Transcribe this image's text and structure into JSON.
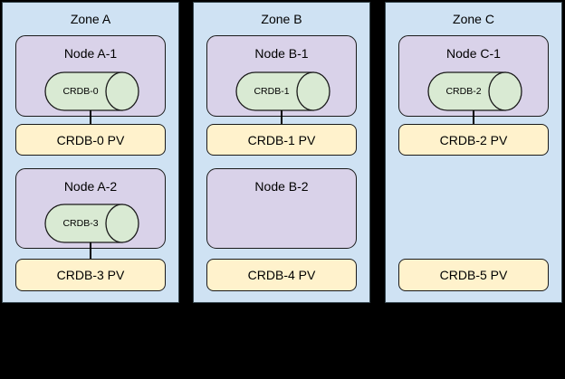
{
  "colors": {
    "background": "#000000",
    "zone_fill": "#cfe2f3",
    "node_fill": "#d9d2e9",
    "pod_fill": "#d9ead3",
    "pv_fill": "#fff2cc",
    "shape_stroke": "#1a1a1a",
    "text": "#000000"
  },
  "zones": [
    {
      "label": "Zone A",
      "nodes": [
        {
          "label": "Node A-1",
          "pod_label": "CRDB-0"
        },
        {
          "label": "Node A-2",
          "pod_label": "CRDB-3"
        }
      ],
      "pvs": [
        {
          "label": "CRDB-0 PV"
        },
        {
          "label": "CRDB-3 PV"
        }
      ]
    },
    {
      "label": "Zone B",
      "nodes": [
        {
          "label": "Node B-1",
          "pod_label": "CRDB-1"
        },
        {
          "label": "Node B-2"
        }
      ],
      "pvs": [
        {
          "label": "CRDB-1 PV"
        },
        {
          "label": "CRDB-4 PV"
        }
      ]
    },
    {
      "label": "Zone C",
      "nodes": [
        {
          "label": "Node C-1",
          "pod_label": "CRDB-2"
        }
      ],
      "pvs": [
        {
          "label": "CRDB-2 PV"
        },
        {
          "label": "CRDB-5 PV"
        }
      ]
    }
  ]
}
